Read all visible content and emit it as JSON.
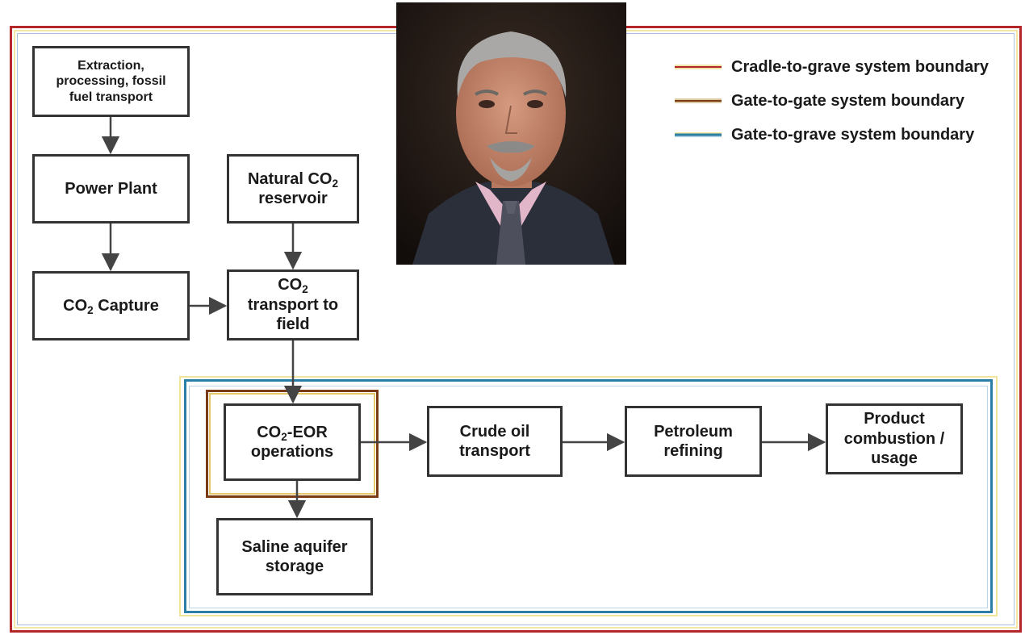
{
  "legend": [
    {
      "label": "Cradle-to-grave system boundary",
      "color": "#b3262a"
    },
    {
      "label": "Gate-to-gate system boundary",
      "color": "#7a3b14"
    },
    {
      "label": "Gate-to-grave system boundary",
      "color": "#2b7fa6"
    }
  ],
  "nodes": {
    "extraction": "Extraction,\nprocessing, fossil\nfuel transport",
    "power_plant": "Power Plant",
    "capture": {
      "pre": "CO",
      "sub": "2",
      "post": " Capture"
    },
    "natural": {
      "pre": "Natural CO",
      "sub": "2",
      "post": "\nreservoir"
    },
    "transport": {
      "pre": "CO",
      "sub": "2",
      "post": "\ntransport to\nfield"
    },
    "eor": {
      "pre": "CO",
      "sub": "2",
      "post": "-EOR\noperations"
    },
    "crude": "Crude oil\ntransport",
    "refining": "Petroleum\nrefining",
    "product": "Product\ncombustion /\nusage",
    "saline": "Saline aquifer\nstorage"
  },
  "colors": {
    "cradle_to_grave": "#b3262a",
    "gate_to_gate": "#7a3b14",
    "gate_to_grave": "#2b7fa6",
    "box_border": "#333333",
    "arrow": "#444444"
  },
  "photo": {
    "icon": "portrait-photo"
  }
}
